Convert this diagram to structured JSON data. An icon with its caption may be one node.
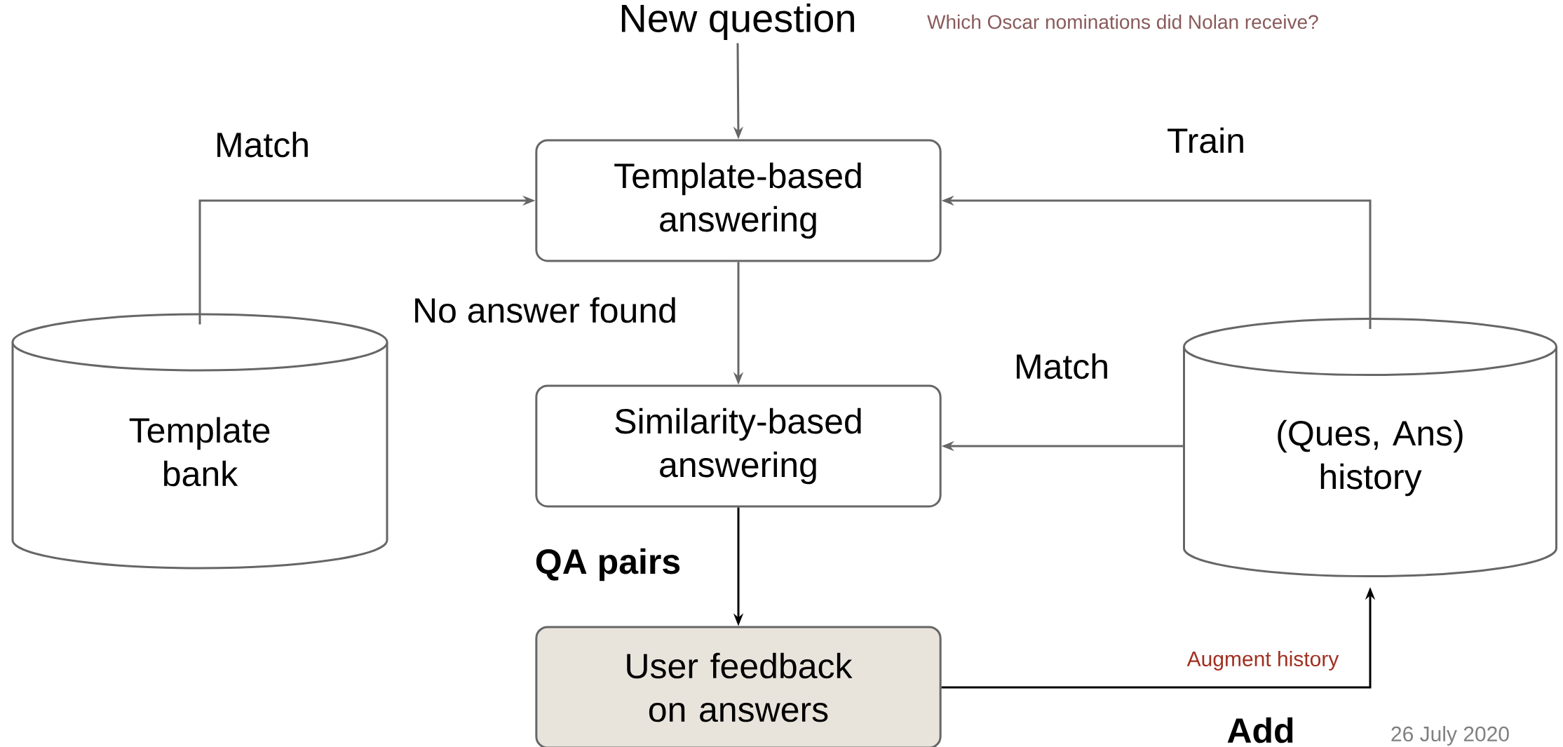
{
  "diagram": {
    "nodes": [
      {
        "text": [
          "New question"
        ],
        "beside": [
          "Which Oscar nominations did Nolan receive?"
        ]
      },
      {
        "text": [
          "Template-based answering"
        ]
      },
      {
        "text": [
          "Similarity-based answering"
        ]
      },
      {
        "text": [
          "User feedback on answers"
        ]
      },
      {
        "text": [
          "Template bank"
        ]
      },
      {
        "text": [
          "(Ques, Ans) history"
        ]
      }
    ],
    "edges": [
      {
        "from": 0,
        "to": 1,
        "arrow": "to"
      },
      {
        "from": 1,
        "to": 2,
        "arrow": "to",
        "label": "No answer found"
      },
      {
        "from": 4,
        "to": 1,
        "arrow": "to",
        "label": "Match"
      },
      {
        "from": 5,
        "to": 1,
        "arrow": "to",
        "label": "Train"
      },
      {
        "from": 5,
        "to": 2,
        "arrow": "to",
        "label": "Match"
      },
      {
        "from": 2,
        "to": 3,
        "arrow": "to",
        "label": "QA pairs",
        "color": "#000000"
      },
      {
        "from": 3,
        "to": 5,
        "arrow": "to",
        "label": "Augment history",
        "color": "#000000"
      }
    ],
    "labels": [
      "Add",
      "26 July 2020"
    ]
  }
}
